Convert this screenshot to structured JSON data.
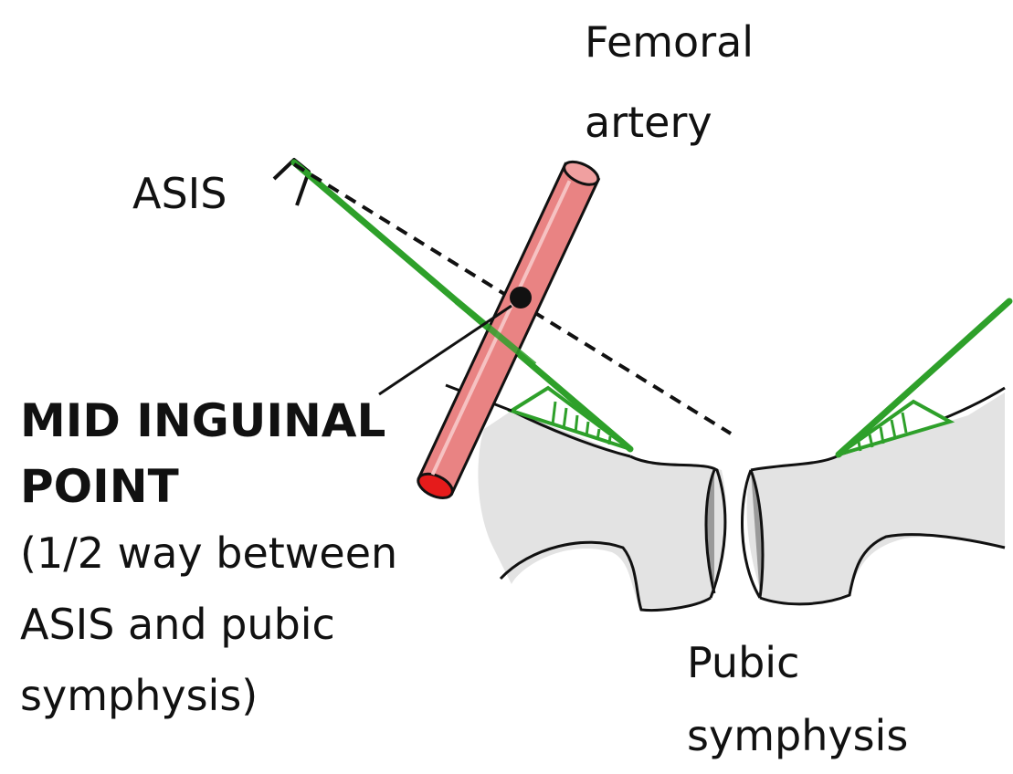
{
  "labels": {
    "femoral_artery": [
      "Femoral",
      "artery"
    ],
    "asis": "ASIS",
    "mid_inguinal_point": [
      "MID INGUINAL",
      "POINT"
    ],
    "mid_inguinal_note": [
      "(1/2 way between",
      "ASIS and pubic",
      "symphysis)"
    ],
    "pubic_symphysis": [
      "Pubic",
      "symphysis"
    ]
  },
  "colors": {
    "artery_fill": "#e98383",
    "artery_lumen": "#e51b1b",
    "ligament_green": "#2ea02a",
    "bone_fill": "#e3e3e3",
    "outline": "#111111"
  }
}
